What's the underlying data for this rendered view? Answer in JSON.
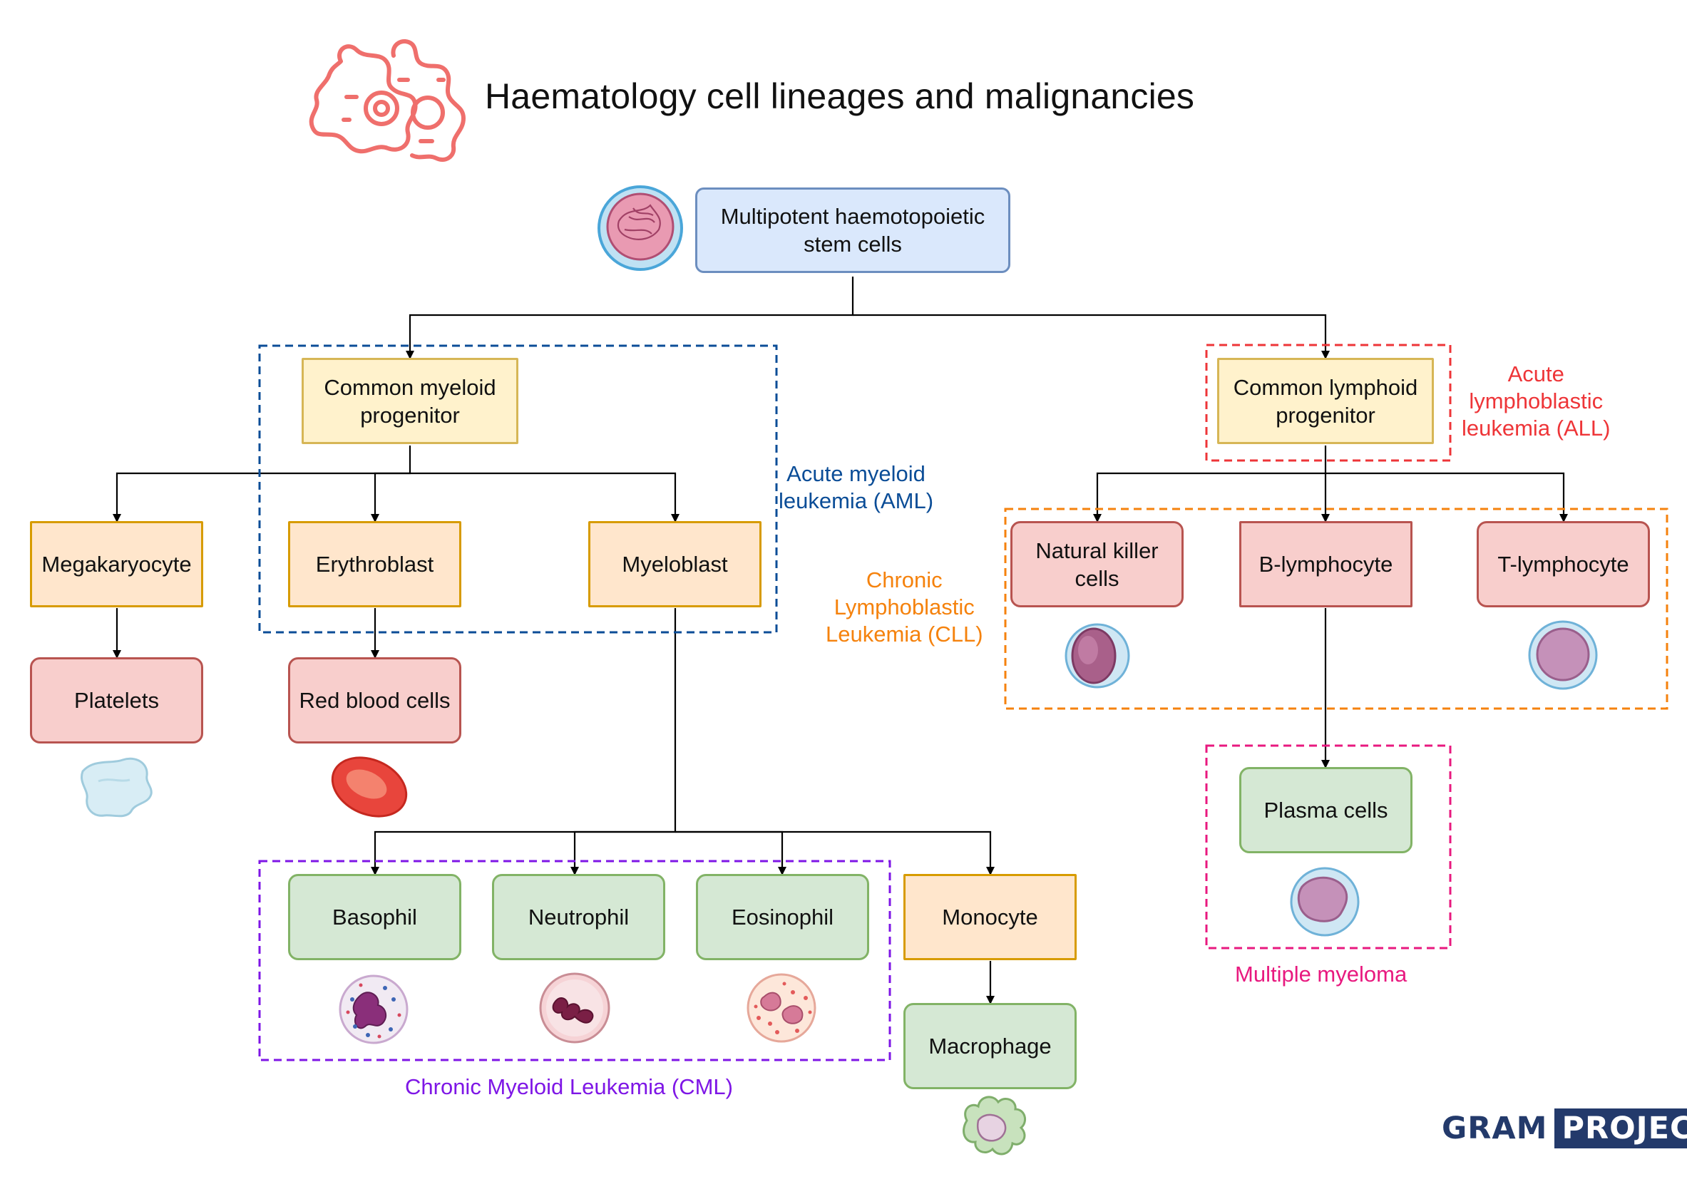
{
  "title": "Haematology cell lineages and malignancies",
  "nodes": {
    "stem": [
      "Multipotent haemotopoietic",
      "stem cells"
    ],
    "cmp": [
      "Common myeloid",
      "progenitor"
    ],
    "clp": [
      "Common lymphoid",
      "progenitor"
    ],
    "megakaryocyte": [
      "Megakaryocyte"
    ],
    "erythroblast": [
      "Erythroblast"
    ],
    "myeloblast": [
      "Myeloblast"
    ],
    "platelets": [
      "Platelets"
    ],
    "rbc": [
      "Red blood cells"
    ],
    "nk": [
      "Natural killer",
      "cells"
    ],
    "blymph": [
      "B-lymphocyte"
    ],
    "tlymph": [
      "T-lymphocyte"
    ],
    "plasma": [
      "Plasma cells"
    ],
    "basophil": [
      "Basophil"
    ],
    "neutrophil": [
      "Neutrophil"
    ],
    "eosinophil": [
      "Eosinophil"
    ],
    "monocyte": [
      "Monocyte"
    ],
    "macrophage": [
      "Macrophage"
    ]
  },
  "groups": {
    "aml": {
      "label": [
        "Acute myeloid",
        "leukemia (AML)"
      ],
      "color": "#0b4d97"
    },
    "all": {
      "label": [
        "Acute",
        "lymphoblastic",
        "leukemia (ALL)"
      ],
      "color": "#ee3538"
    },
    "cll": {
      "label": [
        "Chronic",
        "Lymphoblastic",
        "Leukemia (CLL)"
      ],
      "color": "#f5820d"
    },
    "mm": {
      "label": [
        "Multiple myeloma"
      ],
      "color": "#e8197f"
    },
    "cml": {
      "label": [
        "Chronic Myeloid Leukemia (CML)"
      ],
      "color": "#7e16e6"
    }
  },
  "logo": {
    "left": "GRAM",
    "right": "PROJECT"
  },
  "icons": [
    "cells-logo-icon",
    "stem-cell-icon",
    "platelet-icon",
    "red-blood-cell-icon",
    "nk-cell-icon",
    "t-cell-icon",
    "plasma-cell-icon",
    "basophil-icon",
    "neutrophil-icon",
    "eosinophil-icon",
    "macrophage-icon"
  ],
  "colors": {
    "box_blue": "#dae8fc",
    "box_yellow": "#fff2cc",
    "box_orange": "#ffe6cc",
    "box_red": "#f8cecc",
    "box_green": "#d5e8d4",
    "logo_navy": "#233a6b",
    "icon_coral": "#ef6f6c"
  }
}
